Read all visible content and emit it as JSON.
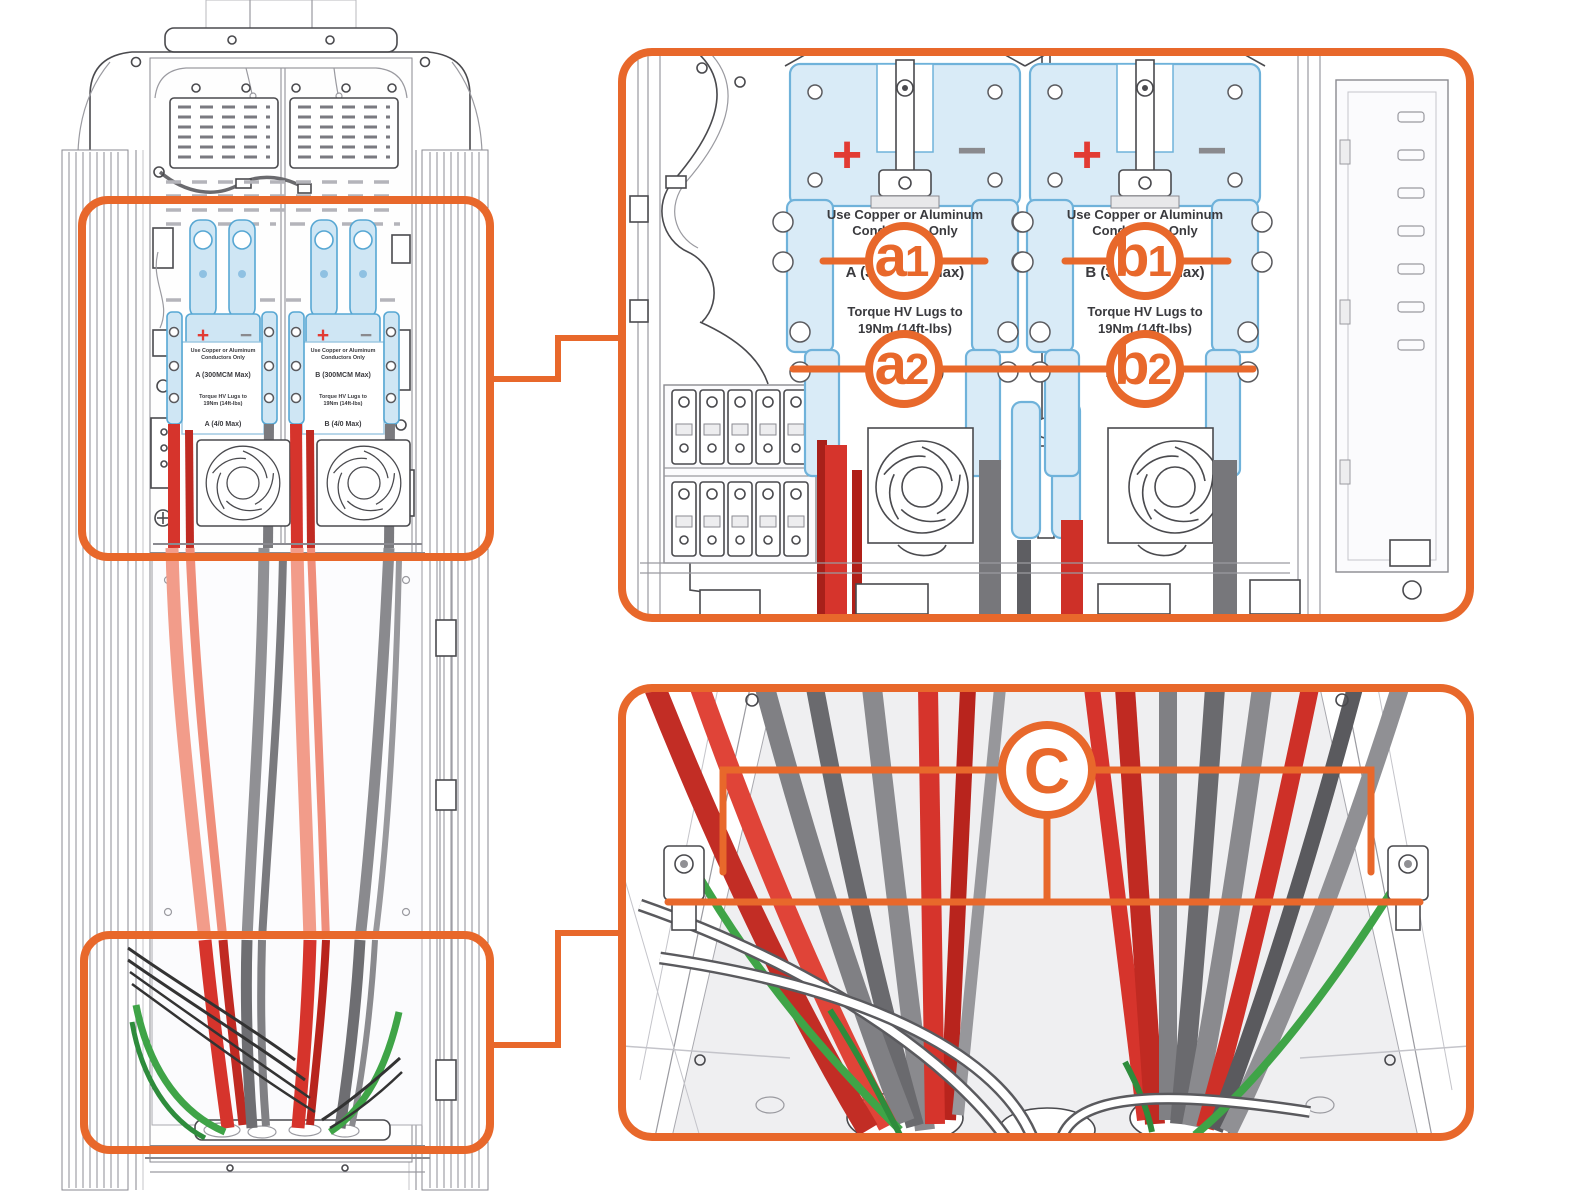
{
  "colors": {
    "accent_orange": "#E8682B",
    "busbar_blue_fill": "#D9EBF7",
    "busbar_blue_stroke": "#6FB2DA",
    "positive_red": "#E23B33",
    "negative_gray": "#8A8A8E",
    "cable_red": "#D6342C",
    "cable_red_dark": "#A8201A",
    "cable_gray": "#7C7C80",
    "cable_gray_dark": "#58585C",
    "cable_salmon": "#F29C8A",
    "ground_green": "#3FA447",
    "line_art": "#4A4A4E"
  },
  "labels": {
    "plus": "+",
    "minus": "−",
    "conductor_line1": "Use Copper or Aluminum",
    "conductor_line2": "Conductors Only",
    "size_a": "A (300MCM Max)",
    "size_b": "B (300MCM Max)",
    "torque_line1": "Torque HV Lugs to",
    "torque_line2": "19Nm (14ft-lbs)",
    "lug_a": "A (4/0 Max)",
    "lug_b": "B (4/0 Max)"
  },
  "callouts": {
    "a1": {
      "letter": "a",
      "digit": "1"
    },
    "b1": {
      "letter": "b",
      "digit": "1"
    },
    "a2": {
      "letter": "a",
      "digit": "2"
    },
    "b2": {
      "letter": "b",
      "digit": "2"
    },
    "c": {
      "letter": "C"
    }
  }
}
